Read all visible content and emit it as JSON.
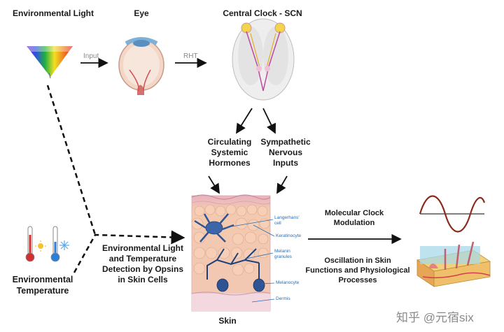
{
  "titles": {
    "environmental_light": "Environmental Light",
    "eye": "Eye",
    "central_clock": "Central Clock - SCN",
    "skin": "Skin",
    "environmental_temperature": [
      "Environmental",
      "Temperature"
    ]
  },
  "arrow_labels": {
    "input": "Input",
    "rht": "RHT"
  },
  "pathways": {
    "hormones": [
      "Circulating",
      "Systemic",
      "Hormones"
    ],
    "sympathetic": [
      "Sympathetic",
      "Nervous",
      "Inputs"
    ]
  },
  "detection": [
    "Environmental Light",
    "and Temperature",
    "Detection by Opsins",
    "in Skin Cells"
  ],
  "outputs": {
    "molecular": [
      "Molecular Clock",
      "Modulation"
    ],
    "oscillation": [
      "Oscillation in Skin",
      "Functions and Physiological",
      "Processes"
    ]
  },
  "skin_labels": {
    "langerhans": [
      "Langerhans'",
      "cell"
    ],
    "keratinocyte": "Keratinocyte",
    "melanin": [
      "Melanin",
      "granules"
    ],
    "melanocyte": "Melanocyte",
    "dermis": "Dermis"
  },
  "watermark": "知乎 @元宿six",
  "colors": {
    "arrow": "#111111",
    "skin_label": "#2a6db0",
    "wave": "#8b2a1a"
  }
}
